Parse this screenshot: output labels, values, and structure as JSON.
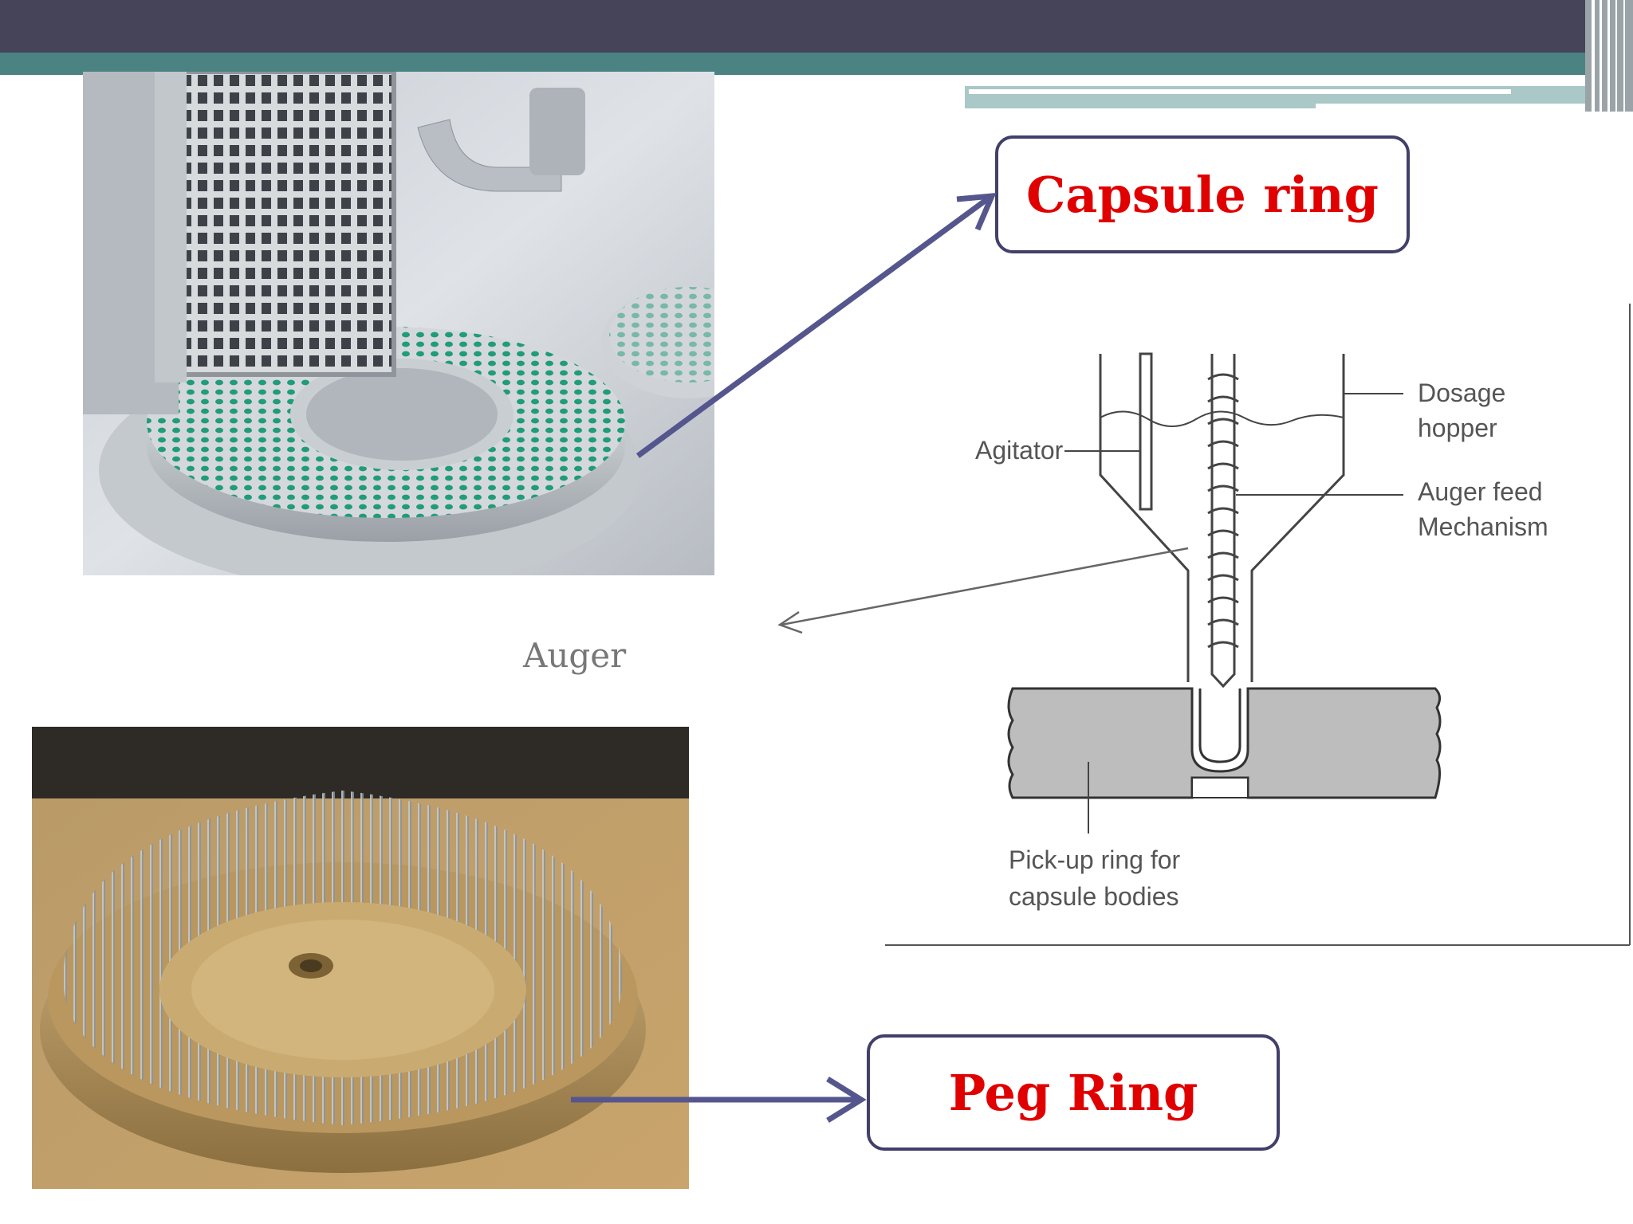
{
  "callouts": {
    "capsule_ring": "Capsule ring",
    "peg_ring": "Peg Ring"
  },
  "caption": {
    "auger": "Auger"
  },
  "diagram": {
    "labels": {
      "dosage": "Dosage",
      "hopper": "hopper",
      "agitator": "Agitator",
      "auger_feed": "Auger feed",
      "mechanism": "Mechanism",
      "pickup_line1": "Pick-up ring for",
      "pickup_line2": "capsule bodies"
    }
  },
  "colors": {
    "header": "#454458",
    "teal": "#4b8383",
    "callout_text": "#e00000",
    "callout_border": "#40406a",
    "arrow": "#56568e"
  }
}
